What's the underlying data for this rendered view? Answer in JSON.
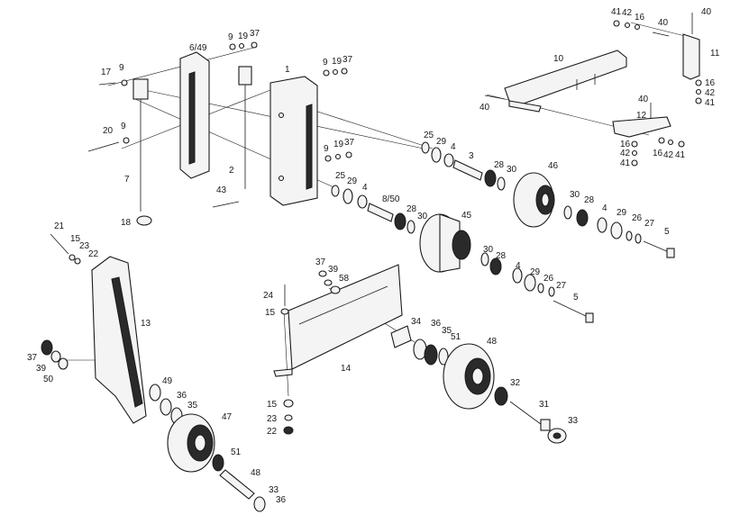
{
  "diagram": {
    "labels": {
      "l17": "17",
      "l9a": "9",
      "l6_49": "6/49",
      "l9b": "9",
      "l19a": "19",
      "l37a": "37",
      "l1": "1",
      "l9c": "9",
      "l19b": "19",
      "l37b": "37",
      "l20": "20",
      "l9d": "9",
      "l7": "7",
      "l18": "18",
      "l2": "2",
      "l43": "43",
      "l9e": "9",
      "l19c": "19",
      "l37c": "37",
      "l25a": "25",
      "l29a": "29",
      "l4a": "4",
      "l3": "3",
      "l28a": "28",
      "l30a": "30",
      "l46": "46",
      "l25b": "25",
      "l29b": "29",
      "l4b": "4",
      "l8_50": "8/50",
      "l28b": "28",
      "l30b": "30",
      "l30c": "30",
      "l28c": "28",
      "l4c": "4",
      "l29c": "29",
      "l26a": "26",
      "l27a": "27",
      "l5a": "5",
      "l45": "45",
      "l30d": "30",
      "l28d": "28",
      "l4d": "4",
      "l29d": "29",
      "l26b": "26",
      "l27b": "27",
      "l5b": "5",
      "l41a": "41",
      "l42a": "42",
      "l16a": "16",
      "l40a": "40",
      "l40b": "40",
      "l10": "10",
      "l11": "11",
      "l16b": "16",
      "l42b": "42",
      "l41b": "41",
      "l40c": "40",
      "l40d": "40",
      "l12": "12",
      "l16c": "16",
      "l42c": "42",
      "l41c": "41",
      "l16d": "16",
      "l42d": "42",
      "l41d": "41",
      "l21": "21",
      "l15a": "15",
      "l23a": "23",
      "l22a": "22",
      "l13": "13",
      "l37d": "37",
      "l39a": "39",
      "l50": "50",
      "l49": "49",
      "l36a": "36",
      "l35a": "35",
      "l47": "47",
      "l51a": "51",
      "l48a": "48",
      "l33a": "33",
      "l36b": "36",
      "l37e": "37",
      "l39b": "39",
      "l58": "58",
      "l24": "24",
      "l15b": "15",
      "l14": "14",
      "l34": "34",
      "l36c": "36",
      "l35b": "35",
      "l51b": "51",
      "l48b": "48",
      "l32": "32",
      "l31": "31",
      "l33b": "33",
      "l15c": "15",
      "l23b": "23",
      "l22b": "22"
    }
  }
}
